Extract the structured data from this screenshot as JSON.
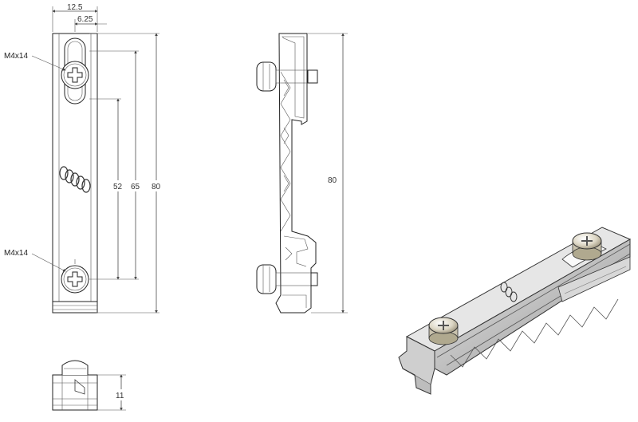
{
  "front_view": {
    "width_dim": "12.5",
    "offset_dim": "6.25",
    "hole_spacing_dim": "52",
    "spacing_65_dim": "65",
    "height_dim": "80",
    "screw_top_label": "M4x14",
    "screw_bottom_label": "M4x14"
  },
  "side_view": {
    "height_dim": "80"
  },
  "bottom_view": {
    "height_dim": "11"
  }
}
